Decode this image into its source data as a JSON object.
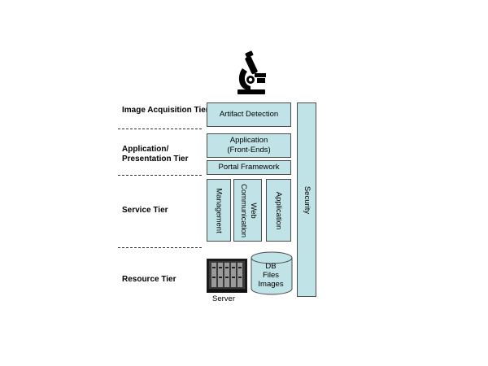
{
  "tiers": {
    "image_acquisition": "Image Acquisition Tier",
    "application": "Application/ Presentation Tier",
    "service": "Service Tier",
    "resource": "Resource Tier"
  },
  "boxes": {
    "artifact_detection": "Artifact Detection",
    "application_front_ends": "Application\n(Front-Ends)",
    "portal_framework": "Portal Framework",
    "management": "Management",
    "web_communication": "Web\nCommunication",
    "application_service": "Application",
    "security": "Security"
  },
  "resource": {
    "server_label": "Server",
    "db_text": "DB\nFiles\nImages"
  },
  "icons": {
    "microscope": "microscope-icon",
    "server": "server-icon",
    "database": "database-icon"
  },
  "colors": {
    "box_fill": "#bfe3e6",
    "box_border": "#4a4a4a"
  }
}
